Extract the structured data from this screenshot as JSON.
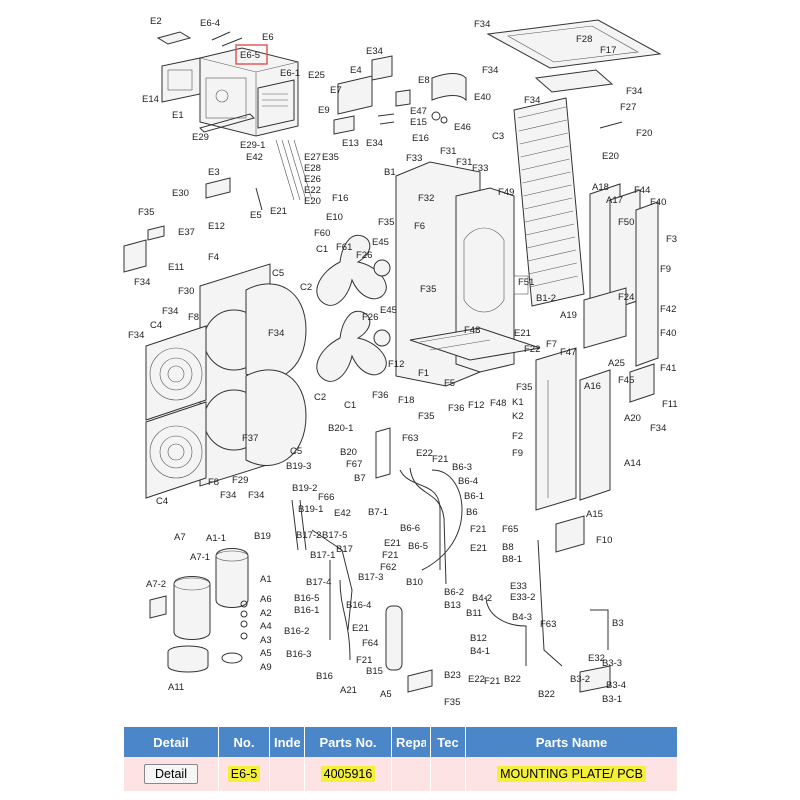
{
  "diagram": {
    "highlighted_label": "E6-5",
    "labels": [
      {
        "id": "E2",
        "t": "E2"
      },
      {
        "id": "E6-4",
        "t": "E6-4"
      },
      {
        "id": "E6",
        "t": "E6"
      },
      {
        "id": "E6-5",
        "t": "E6-5"
      },
      {
        "id": "E14",
        "t": "E14"
      },
      {
        "id": "E1",
        "t": "E1"
      },
      {
        "id": "E6-1",
        "t": "E6-1"
      },
      {
        "id": "E25",
        "t": "E25"
      },
      {
        "id": "E29",
        "t": "E29"
      },
      {
        "id": "E29-1",
        "t": "E29-1"
      },
      {
        "id": "E42",
        "t": "E42"
      },
      {
        "id": "E27",
        "t": "E27"
      },
      {
        "id": "E28",
        "t": "E28"
      },
      {
        "id": "E26",
        "t": "E26"
      },
      {
        "id": "E22",
        "t": "E22"
      },
      {
        "id": "E20",
        "t": "E20"
      },
      {
        "id": "E34a",
        "t": "E34"
      },
      {
        "id": "E4",
        "t": "E4"
      },
      {
        "id": "E7",
        "t": "E7"
      },
      {
        "id": "E8",
        "t": "E8"
      },
      {
        "id": "E9",
        "t": "E9"
      },
      {
        "id": "E40",
        "t": "E40"
      },
      {
        "id": "E47",
        "t": "E47"
      },
      {
        "id": "E15",
        "t": "E15"
      },
      {
        "id": "E46",
        "t": "E46"
      },
      {
        "id": "E13",
        "t": "E13"
      },
      {
        "id": "E34b",
        "t": "E34"
      },
      {
        "id": "E16",
        "t": "E16"
      },
      {
        "id": "E35",
        "t": "E35"
      },
      {
        "id": "F34a",
        "t": "F34"
      },
      {
        "id": "F28",
        "t": "F28"
      },
      {
        "id": "F17",
        "t": "F17"
      },
      {
        "id": "F34b",
        "t": "F34"
      },
      {
        "id": "F34c",
        "t": "F34"
      },
      {
        "id": "F34d",
        "t": "F34"
      },
      {
        "id": "F27",
        "t": "F27"
      },
      {
        "id": "F20",
        "t": "F20"
      },
      {
        "id": "E20b",
        "t": "E20"
      },
      {
        "id": "C3",
        "t": "C3"
      },
      {
        "id": "F33a",
        "t": "F33"
      },
      {
        "id": "F31a",
        "t": "F31"
      },
      {
        "id": "F33b",
        "t": "F33"
      },
      {
        "id": "F31b",
        "t": "F31"
      },
      {
        "id": "F49",
        "t": "F49"
      },
      {
        "id": "B1",
        "t": "B1"
      },
      {
        "id": "F32",
        "t": "F32"
      },
      {
        "id": "F6",
        "t": "F6"
      },
      {
        "id": "E3",
        "t": "E3"
      },
      {
        "id": "E30",
        "t": "E30"
      },
      {
        "id": "E12",
        "t": "E12"
      },
      {
        "id": "E5",
        "t": "E5"
      },
      {
        "id": "E21",
        "t": "E21"
      },
      {
        "id": "F35a",
        "t": "F35"
      },
      {
        "id": "E37",
        "t": "E37"
      },
      {
        "id": "F16",
        "t": "F16"
      },
      {
        "id": "E10",
        "t": "E10"
      },
      {
        "id": "F35b",
        "t": "F35"
      },
      {
        "id": "F60",
        "t": "F60"
      },
      {
        "id": "F61",
        "t": "F61"
      },
      {
        "id": "E45a",
        "t": "E45"
      },
      {
        "id": "C1a",
        "t": "C1"
      },
      {
        "id": "F26a",
        "t": "F26"
      },
      {
        "id": "E11",
        "t": "E11"
      },
      {
        "id": "F34e",
        "t": "F34"
      },
      {
        "id": "F4",
        "t": "F4"
      },
      {
        "id": "C5a",
        "t": "C5"
      },
      {
        "id": "C2a",
        "t": "C2"
      },
      {
        "id": "F30",
        "t": "F30"
      },
      {
        "id": "F34f",
        "t": "F34"
      },
      {
        "id": "F8a",
        "t": "F8"
      },
      {
        "id": "C4a",
        "t": "C4"
      },
      {
        "id": "F34g",
        "t": "F34"
      },
      {
        "id": "F34h",
        "t": "F34"
      },
      {
        "id": "F35c",
        "t": "F35"
      },
      {
        "id": "E45b",
        "t": "E45"
      },
      {
        "id": "F26b",
        "t": "F26"
      },
      {
        "id": "F51",
        "t": "F51"
      },
      {
        "id": "B1-2",
        "t": "B1-2"
      },
      {
        "id": "A18",
        "t": "A18"
      },
      {
        "id": "A17",
        "t": "A17"
      },
      {
        "id": "F44",
        "t": "F44"
      },
      {
        "id": "F40a",
        "t": "F40"
      },
      {
        "id": "F50",
        "t": "F50"
      },
      {
        "id": "F3",
        "t": "F3"
      },
      {
        "id": "F9a",
        "t": "F9"
      },
      {
        "id": "F24",
        "t": "F24"
      },
      {
        "id": "F42",
        "t": "F42"
      },
      {
        "id": "A19",
        "t": "A19"
      },
      {
        "id": "F40b",
        "t": "F40"
      },
      {
        "id": "F48a",
        "t": "F48"
      },
      {
        "id": "E21b",
        "t": "E21"
      },
      {
        "id": "F22",
        "t": "F22"
      },
      {
        "id": "F7",
        "t": "F7"
      },
      {
        "id": "F47",
        "t": "F47"
      },
      {
        "id": "A25",
        "t": "A25"
      },
      {
        "id": "F12a",
        "t": "F12"
      },
      {
        "id": "F1",
        "t": "F1"
      },
      {
        "id": "F5",
        "t": "F5"
      },
      {
        "id": "F36a",
        "t": "F36"
      },
      {
        "id": "F18",
        "t": "F18"
      },
      {
        "id": "F36b",
        "t": "F36"
      },
      {
        "id": "F35d",
        "t": "F35"
      },
      {
        "id": "F12b",
        "t": "F12"
      },
      {
        "id": "F48b",
        "t": "F48"
      },
      {
        "id": "F35e",
        "t": "F35"
      },
      {
        "id": "K1",
        "t": "K1"
      },
      {
        "id": "K2",
        "t": "K2"
      },
      {
        "id": "A16",
        "t": "A16"
      },
      {
        "id": "F45",
        "t": "F45"
      },
      {
        "id": "F41",
        "t": "F41"
      },
      {
        "id": "F11",
        "t": "F11"
      },
      {
        "id": "A20",
        "t": "A20"
      },
      {
        "id": "F34i",
        "t": "F34"
      },
      {
        "id": "F2",
        "t": "F2"
      },
      {
        "id": "C2b",
        "t": "C2"
      },
      {
        "id": "C1b",
        "t": "C1"
      },
      {
        "id": "B20-1",
        "t": "B20-1"
      },
      {
        "id": "F37",
        "t": "F37"
      },
      {
        "id": "C5b",
        "t": "C5"
      },
      {
        "id": "B19-3",
        "t": "B19-3"
      },
      {
        "id": "B20",
        "t": "B20"
      },
      {
        "id": "F67",
        "t": "F67"
      },
      {
        "id": "F63a",
        "t": "F63"
      },
      {
        "id": "E22b",
        "t": "E22"
      },
      {
        "id": "F21a",
        "t": "F21"
      },
      {
        "id": "B6-3",
        "t": "B6-3"
      },
      {
        "id": "B6-4",
        "t": "B6-4"
      },
      {
        "id": "B6-1",
        "t": "B6-1"
      },
      {
        "id": "F9b",
        "t": "F9"
      },
      {
        "id": "A14",
        "t": "A14"
      },
      {
        "id": "C4b",
        "t": "C4"
      },
      {
        "id": "F8b",
        "t": "F8"
      },
      {
        "id": "F29",
        "t": "F29"
      },
      {
        "id": "F34j",
        "t": "F34"
      },
      {
        "id": "F34k",
        "t": "F34"
      },
      {
        "id": "B19-2",
        "t": "B19-2"
      },
      {
        "id": "F66",
        "t": "F66"
      },
      {
        "id": "B19-1",
        "t": "B19-1"
      },
      {
        "id": "B7",
        "t": "B7"
      },
      {
        "id": "E42b",
        "t": "E42"
      },
      {
        "id": "B7-1",
        "t": "B7-1"
      },
      {
        "id": "B6",
        "t": "B6"
      },
      {
        "id": "A15",
        "t": "A15"
      },
      {
        "id": "B6-6",
        "t": "B6-6"
      },
      {
        "id": "F21b",
        "t": "F21"
      },
      {
        "id": "F65",
        "t": "F65"
      },
      {
        "id": "F10",
        "t": "F10"
      },
      {
        "id": "A7",
        "t": "A7"
      },
      {
        "id": "A1-1",
        "t": "A1-1"
      },
      {
        "id": "B19",
        "t": "B19"
      },
      {
        "id": "B17-2",
        "t": "B17-2"
      },
      {
        "id": "B17-5",
        "t": "B17-5"
      },
      {
        "id": "E21c",
        "t": "E21"
      },
      {
        "id": "B6-5",
        "t": "B6-5"
      },
      {
        "id": "E21d",
        "t": "E21"
      },
      {
        "id": "B8",
        "t": "B8"
      },
      {
        "id": "B8-1",
        "t": "B8-1"
      },
      {
        "id": "A7-1",
        "t": "A7-1"
      },
      {
        "id": "B17-1",
        "t": "B17-1"
      },
      {
        "id": "B17",
        "t": "B17"
      },
      {
        "id": "F21c",
        "t": "F21"
      },
      {
        "id": "F62",
        "t": "F62"
      },
      {
        "id": "B17-3",
        "t": "B17-3"
      },
      {
        "id": "A1",
        "t": "A1"
      },
      {
        "id": "B17-4",
        "t": "B17-4"
      },
      {
        "id": "B10",
        "t": "B10"
      },
      {
        "id": "E33",
        "t": "E33"
      },
      {
        "id": "E33-2",
        "t": "E33-2"
      },
      {
        "id": "A7-2",
        "t": "A7-2"
      },
      {
        "id": "A6",
        "t": "A6"
      },
      {
        "id": "B16-5",
        "t": "B16-5"
      },
      {
        "id": "B4-2",
        "t": "B4-2"
      },
      {
        "id": "A2",
        "t": "A2"
      },
      {
        "id": "B16-1",
        "t": "B16-1"
      },
      {
        "id": "B16-4",
        "t": "B16-4"
      },
      {
        "id": "B6-2",
        "t": "B6-2"
      },
      {
        "id": "B13",
        "t": "B13"
      },
      {
        "id": "B11",
        "t": "B11"
      },
      {
        "id": "B4-3",
        "t": "B4-3"
      },
      {
        "id": "A4",
        "t": "A4"
      },
      {
        "id": "B3",
        "t": "B3"
      },
      {
        "id": "A3",
        "t": "A3"
      },
      {
        "id": "B16-2",
        "t": "B16-2"
      },
      {
        "id": "E21e",
        "t": "E21"
      },
      {
        "id": "F63b",
        "t": "F63"
      },
      {
        "id": "B12",
        "t": "B12"
      },
      {
        "id": "F64",
        "t": "F64"
      },
      {
        "id": "A5a",
        "t": "A5"
      },
      {
        "id": "B4-1",
        "t": "B4-1"
      },
      {
        "id": "B16-3",
        "t": "B16-3"
      },
      {
        "id": "A9",
        "t": "A9"
      },
      {
        "id": "F21d",
        "t": "F21"
      },
      {
        "id": "E32",
        "t": "E32"
      },
      {
        "id": "B3-3",
        "t": "B3-3"
      },
      {
        "id": "A11",
        "t": "A11"
      },
      {
        "id": "B15",
        "t": "B15"
      },
      {
        "id": "B23",
        "t": "B23"
      },
      {
        "id": "B3-2",
        "t": "B3-2"
      },
      {
        "id": "B16",
        "t": "B16"
      },
      {
        "id": "E22c",
        "t": "E22"
      },
      {
        "id": "F21e",
        "t": "F21"
      },
      {
        "id": "B22a",
        "t": "B22"
      },
      {
        "id": "B3-4",
        "t": "B3-4"
      },
      {
        "id": "A21",
        "t": "A21"
      },
      {
        "id": "A5b",
        "t": "A5"
      },
      {
        "id": "B22b",
        "t": "B22"
      },
      {
        "id": "B3-1",
        "t": "B3-1"
      },
      {
        "id": "F35f",
        "t": "F35"
      }
    ]
  },
  "table": {
    "headers": [
      "Detail",
      "No.",
      "Inde",
      "Parts No.",
      "Repa",
      "Tec",
      "Parts Name"
    ],
    "rows": [
      {
        "detail_button": "Detail",
        "no": "E6-5",
        "index": "",
        "parts_no": "4005916",
        "repair": "",
        "tec": "",
        "parts_name": "MOUNTING PLATE/ PCB"
      }
    ]
  },
  "colors": {
    "header_bg": "#4a86c8",
    "row_bg": "#fde3e3",
    "highlight": "#f4ef3a",
    "callout_box": "#e05050"
  }
}
